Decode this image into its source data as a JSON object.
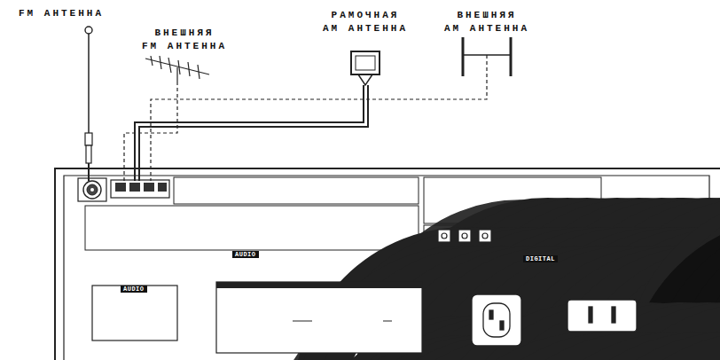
{
  "diagram": {
    "labels": [
      "FM АНТЕННА",
      "ВНЕШНЯЯ FM АНТЕННА",
      "РАМОЧНАЯ AM АНТЕННА",
      "ВНЕШНЯЯ AM АНТЕННА",
      "AUDIO",
      "DIGITAL",
      "AUDIO"
    ]
  }
}
